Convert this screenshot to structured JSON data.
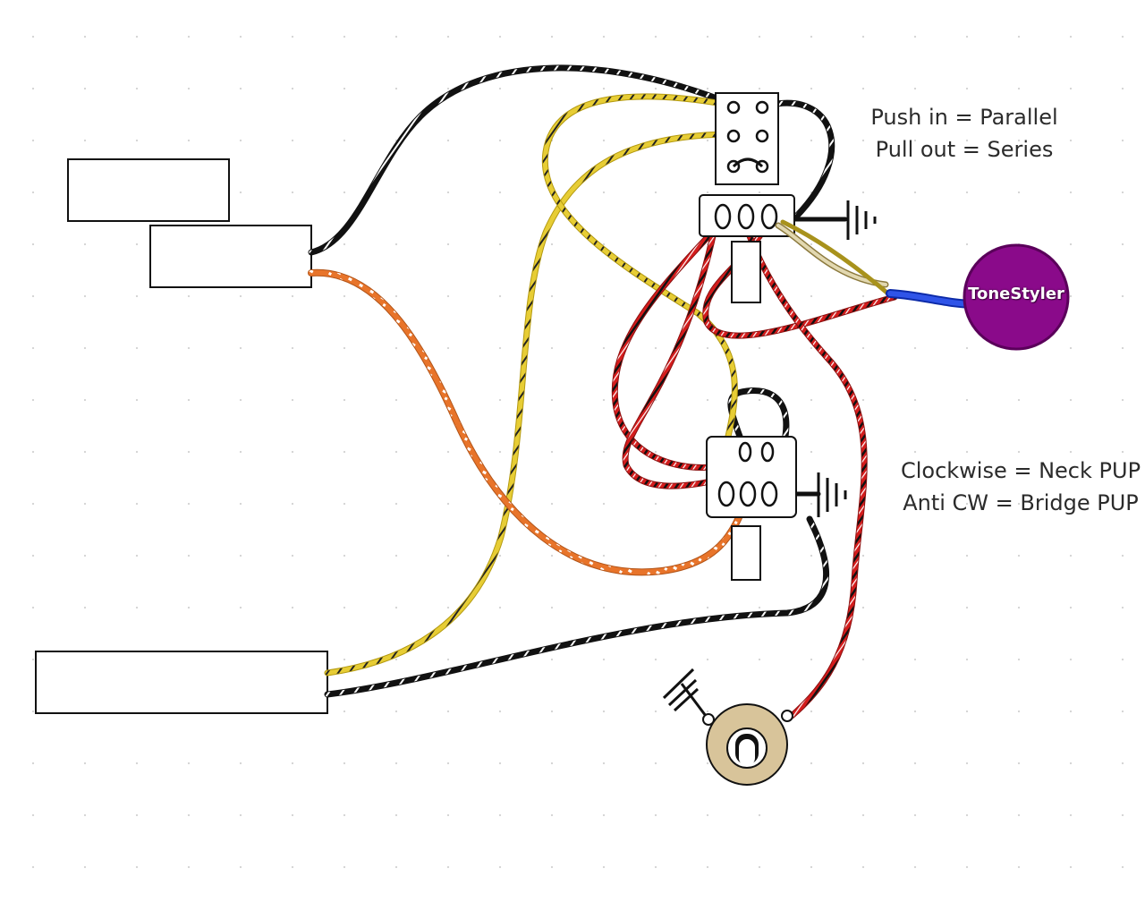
{
  "notes": {
    "switch": [
      "Push in = Parallel",
      "Pull out = Series"
    ],
    "blend": [
      "Clockwise = Neck PUP",
      "Anti CW = Bridge PUP"
    ]
  },
  "tonestyler": {
    "label": "ToneStyler",
    "color": "#8a0a8a"
  },
  "wire_colors": {
    "black": "#111111",
    "yellow": "#e2c428",
    "red": "#d21a1a",
    "orange": "#e8742a",
    "blue": "#1a3ecf",
    "bare": "#d8cfa8"
  }
}
